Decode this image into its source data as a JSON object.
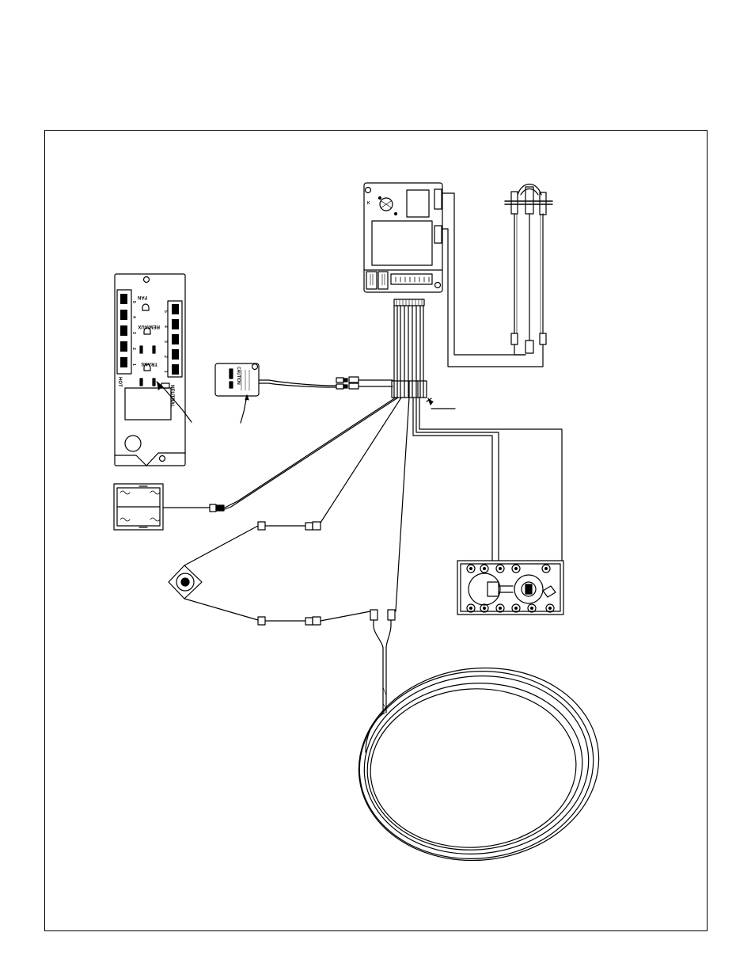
{
  "receptacle_board": {
    "labels": {
      "fan": "FAN",
      "rem_aux": "REM/AUX",
      "trans": "TRANS",
      "hot": "HOT",
      "neutral": "NEUTRAL",
      "numbers_left": [
        "5",
        "4",
        "3",
        "2",
        "1"
      ],
      "numbers_right": [
        "5",
        "4",
        "3",
        "2",
        "1"
      ]
    }
  },
  "transformer": {
    "caution_label": "CAUTION"
  },
  "module": {
    "mark": "K"
  }
}
